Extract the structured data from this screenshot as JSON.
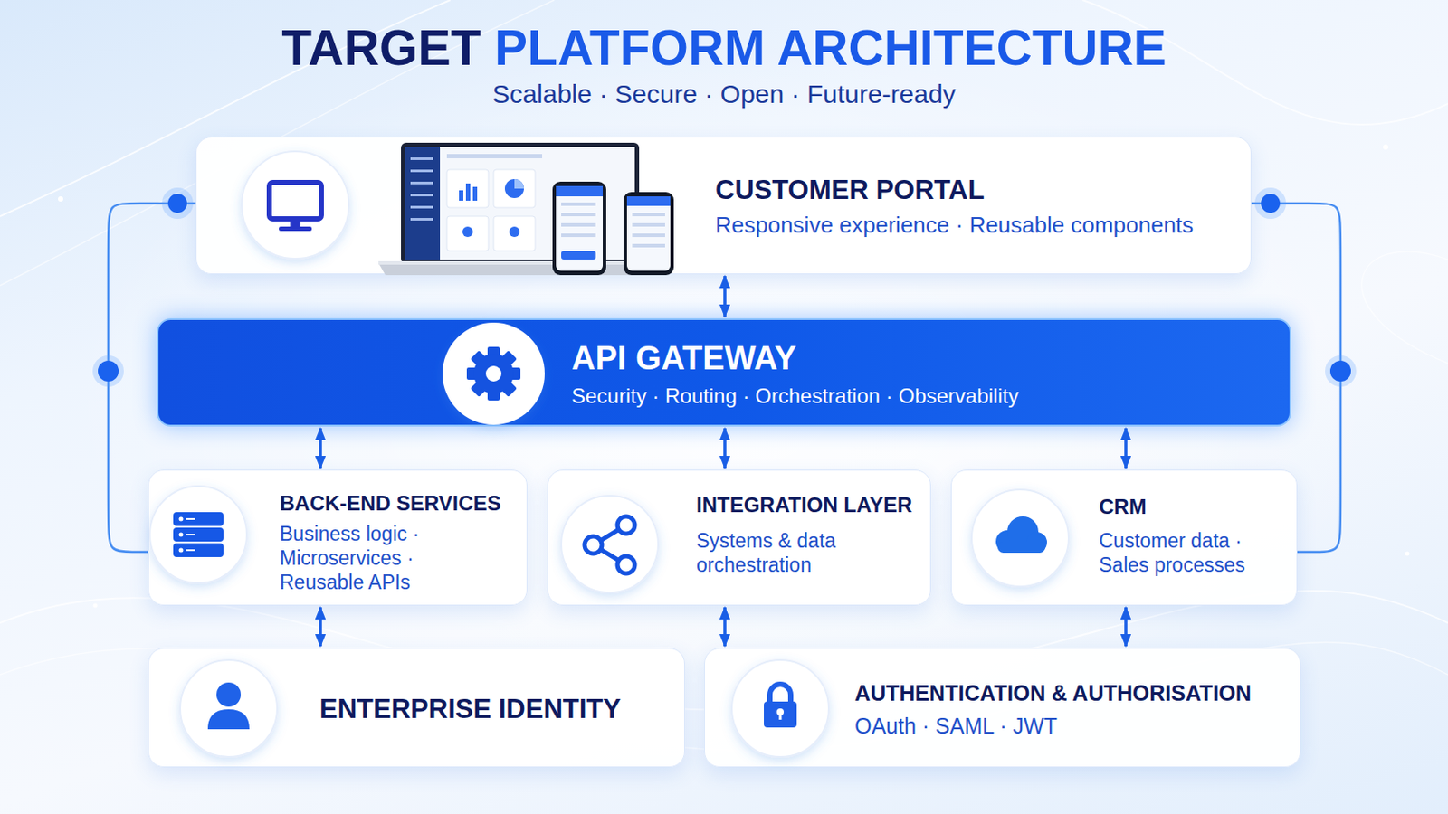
{
  "diagram": {
    "title": "TARGET PLATFORM ARCHITECTURE",
    "nodes": [
      {
        "text": [
          "CUSTOMER PORTAL",
          "Responsive experience · Reusable components"
        ]
      },
      {
        "text": [
          "API GATEWAY",
          "Security · Routing · Orchestration · Observability"
        ]
      },
      {
        "text": [
          "BACK-END SERVICES",
          "Business logic · Microservices · Reusable APIs"
        ]
      },
      {
        "text": [
          "INTEGRATION LAYER",
          "Systems & data orchestration"
        ]
      },
      {
        "text": [
          "CRM",
          "Customer data · Sales processes"
        ]
      },
      {
        "text": [
          "ENTERPRISE IDENTITY"
        ]
      },
      {
        "text": [
          "AUTHENTICATION & AUTHORISATION",
          "OAuth · SAML · JWT"
        ]
      }
    ],
    "edges": [
      {
        "from": 0,
        "to": 1,
        "arrow": "both"
      },
      {
        "from": 1,
        "to": 2,
        "arrow": "both"
      },
      {
        "from": 1,
        "to": 3,
        "arrow": "both"
      },
      {
        "from": 1,
        "to": 4,
        "arrow": "both"
      },
      {
        "from": 2,
        "to": 5,
        "arrow": "both"
      },
      {
        "from": 3,
        "to": 6,
        "arrow": "both"
      },
      {
        "from": 4,
        "to": 6,
        "arrow": "both"
      },
      {
        "from": 0,
        "to": 2,
        "arrow": "none"
      },
      {
        "from": 0,
        "to": 4,
        "arrow": "none"
      }
    ],
    "labels": [
      "Scalable · Secure · Open · Future-ready"
    ]
  }
}
